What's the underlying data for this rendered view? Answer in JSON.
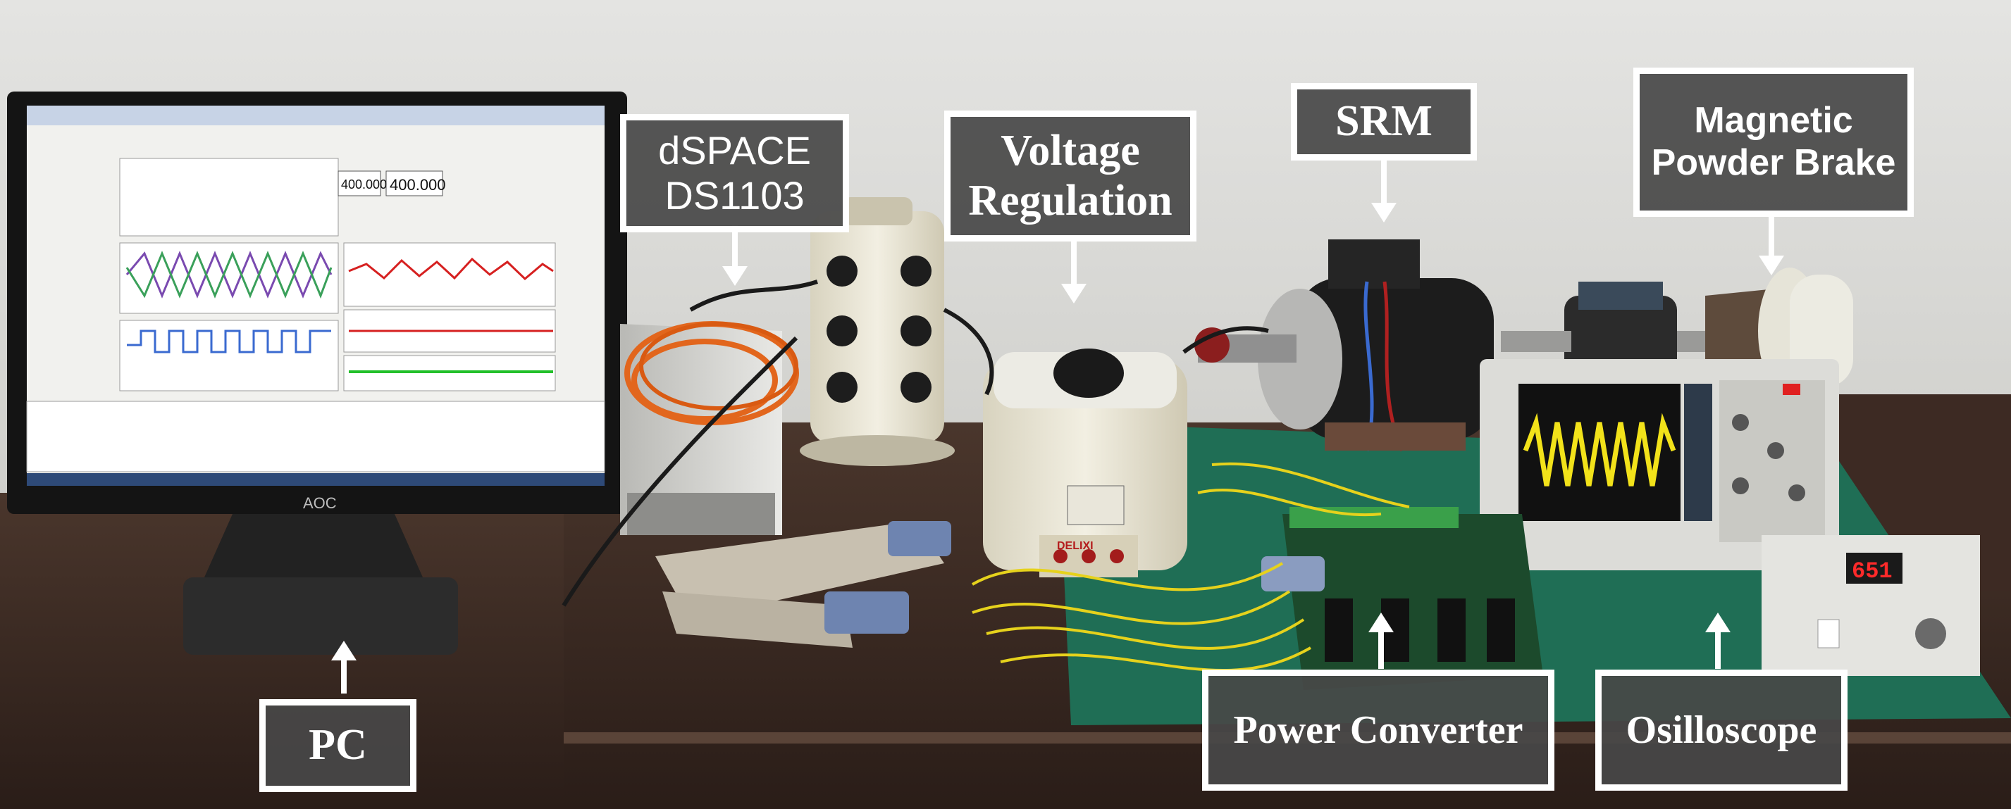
{
  "labels": {
    "pc": "PC",
    "dspace_line1": "dSPACE",
    "dspace_line2": "DS1103",
    "voltage_line1": "Voltage",
    "voltage_line2": "Regulation",
    "srm": "SRM",
    "brake_line1": "Magnetic",
    "brake_line2": "Powder Brake",
    "power_converter": "Power Converter",
    "oscilloscope": "Osilloscope"
  },
  "equipment": {
    "monitor_brand": "AOC",
    "monitor_readout_1": "400.000",
    "monitor_readout_2": "400.000",
    "regulator_brand": "DELIXI",
    "brake_controller_display": "651"
  },
  "colors": {
    "wall": "#d9d9d6",
    "desk": "#3b2a22",
    "mat": "#1f6e55",
    "label_fill": "#484848",
    "label_border": "#ffffff",
    "scope_trace": "#f2e21a"
  }
}
